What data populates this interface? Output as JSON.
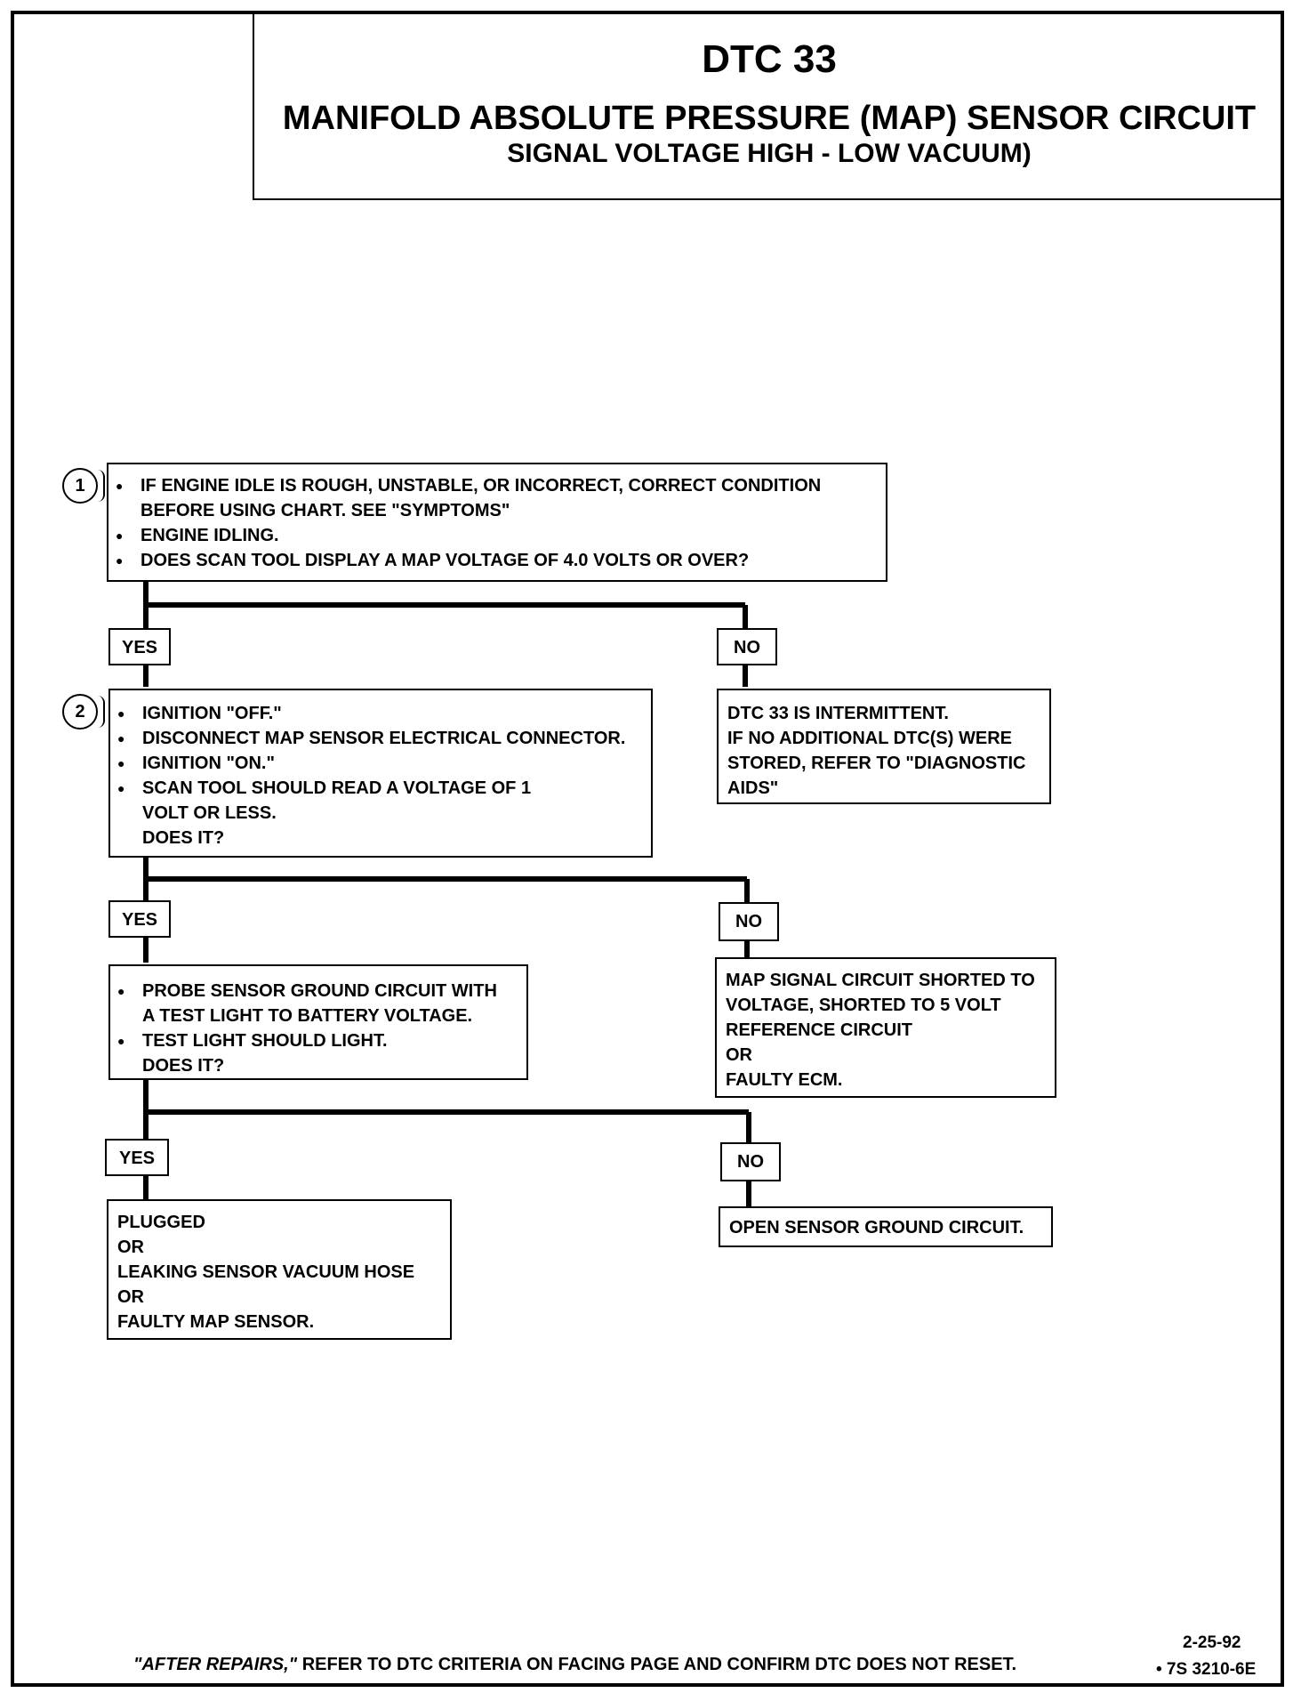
{
  "title": {
    "code": "DTC 33",
    "line1": "MANIFOLD ABSOLUTE PRESSURE (MAP) SENSOR CIRCUIT",
    "line2": "SIGNAL VOLTAGE HIGH - LOW VACUUM)"
  },
  "steps": {
    "step1": {
      "number": "1",
      "bullets": [
        "IF ENGINE IDLE IS ROUGH, UNSTABLE, OR INCORRECT, CORRECT CONDITION\nBEFORE USING CHART.  SEE \"SYMPTOMS\"",
        "ENGINE IDLING.",
        "DOES   SCAN TOOL DISPLAY A MAP VOLTAGE OF 4.0 VOLTS OR OVER?"
      ]
    },
    "step2": {
      "number": "2",
      "bullets": [
        "IGNITION \"OFF.\"",
        "DISCONNECT MAP SENSOR ELECTRICAL CONNECTOR.",
        "IGNITION \"ON.\"",
        "SCAN TOOL SHOULD READ  A VOLTAGE OF 1\nVOLT OR LESS.\nDOES IT?"
      ]
    },
    "step3": {
      "bullets": [
        "PROBE SENSOR GROUND CIRCUIT WITH\nA TEST LIGHT TO BATTERY VOLTAGE.",
        "TEST LIGHT SHOULD LIGHT.\nDOES IT?"
      ]
    }
  },
  "labels": {
    "yes": "YES",
    "no": "NO"
  },
  "results": {
    "intermittent": "DTC 33 IS INTERMITTENT.\nIF NO ADDITIONAL DTC(S) WERE\nSTORED, REFER TO \"DIAGNOSTIC\nAIDS\"",
    "shorted": "MAP SIGNAL CIRCUIT SHORTED TO\nVOLTAGE, SHORTED TO 5 VOLT\nREFERENCE CIRCUIT\nOR\nFAULTY ECM.",
    "plugged": "PLUGGED\nOR\nLEAKING SENSOR  VACUUM HOSE\nOR\nFAULTY MAP SENSOR.",
    "open_ground": "OPEN SENSOR GROUND CIRCUIT."
  },
  "footer": {
    "after_repairs": "\"AFTER REPAIRS,\"",
    "text": " REFER TO DTC CRITERIA ON FACING PAGE AND CONFIRM DTC DOES NOT RESET.",
    "date": "2-25-92",
    "doc_number": "• 7S 3210-6E"
  }
}
